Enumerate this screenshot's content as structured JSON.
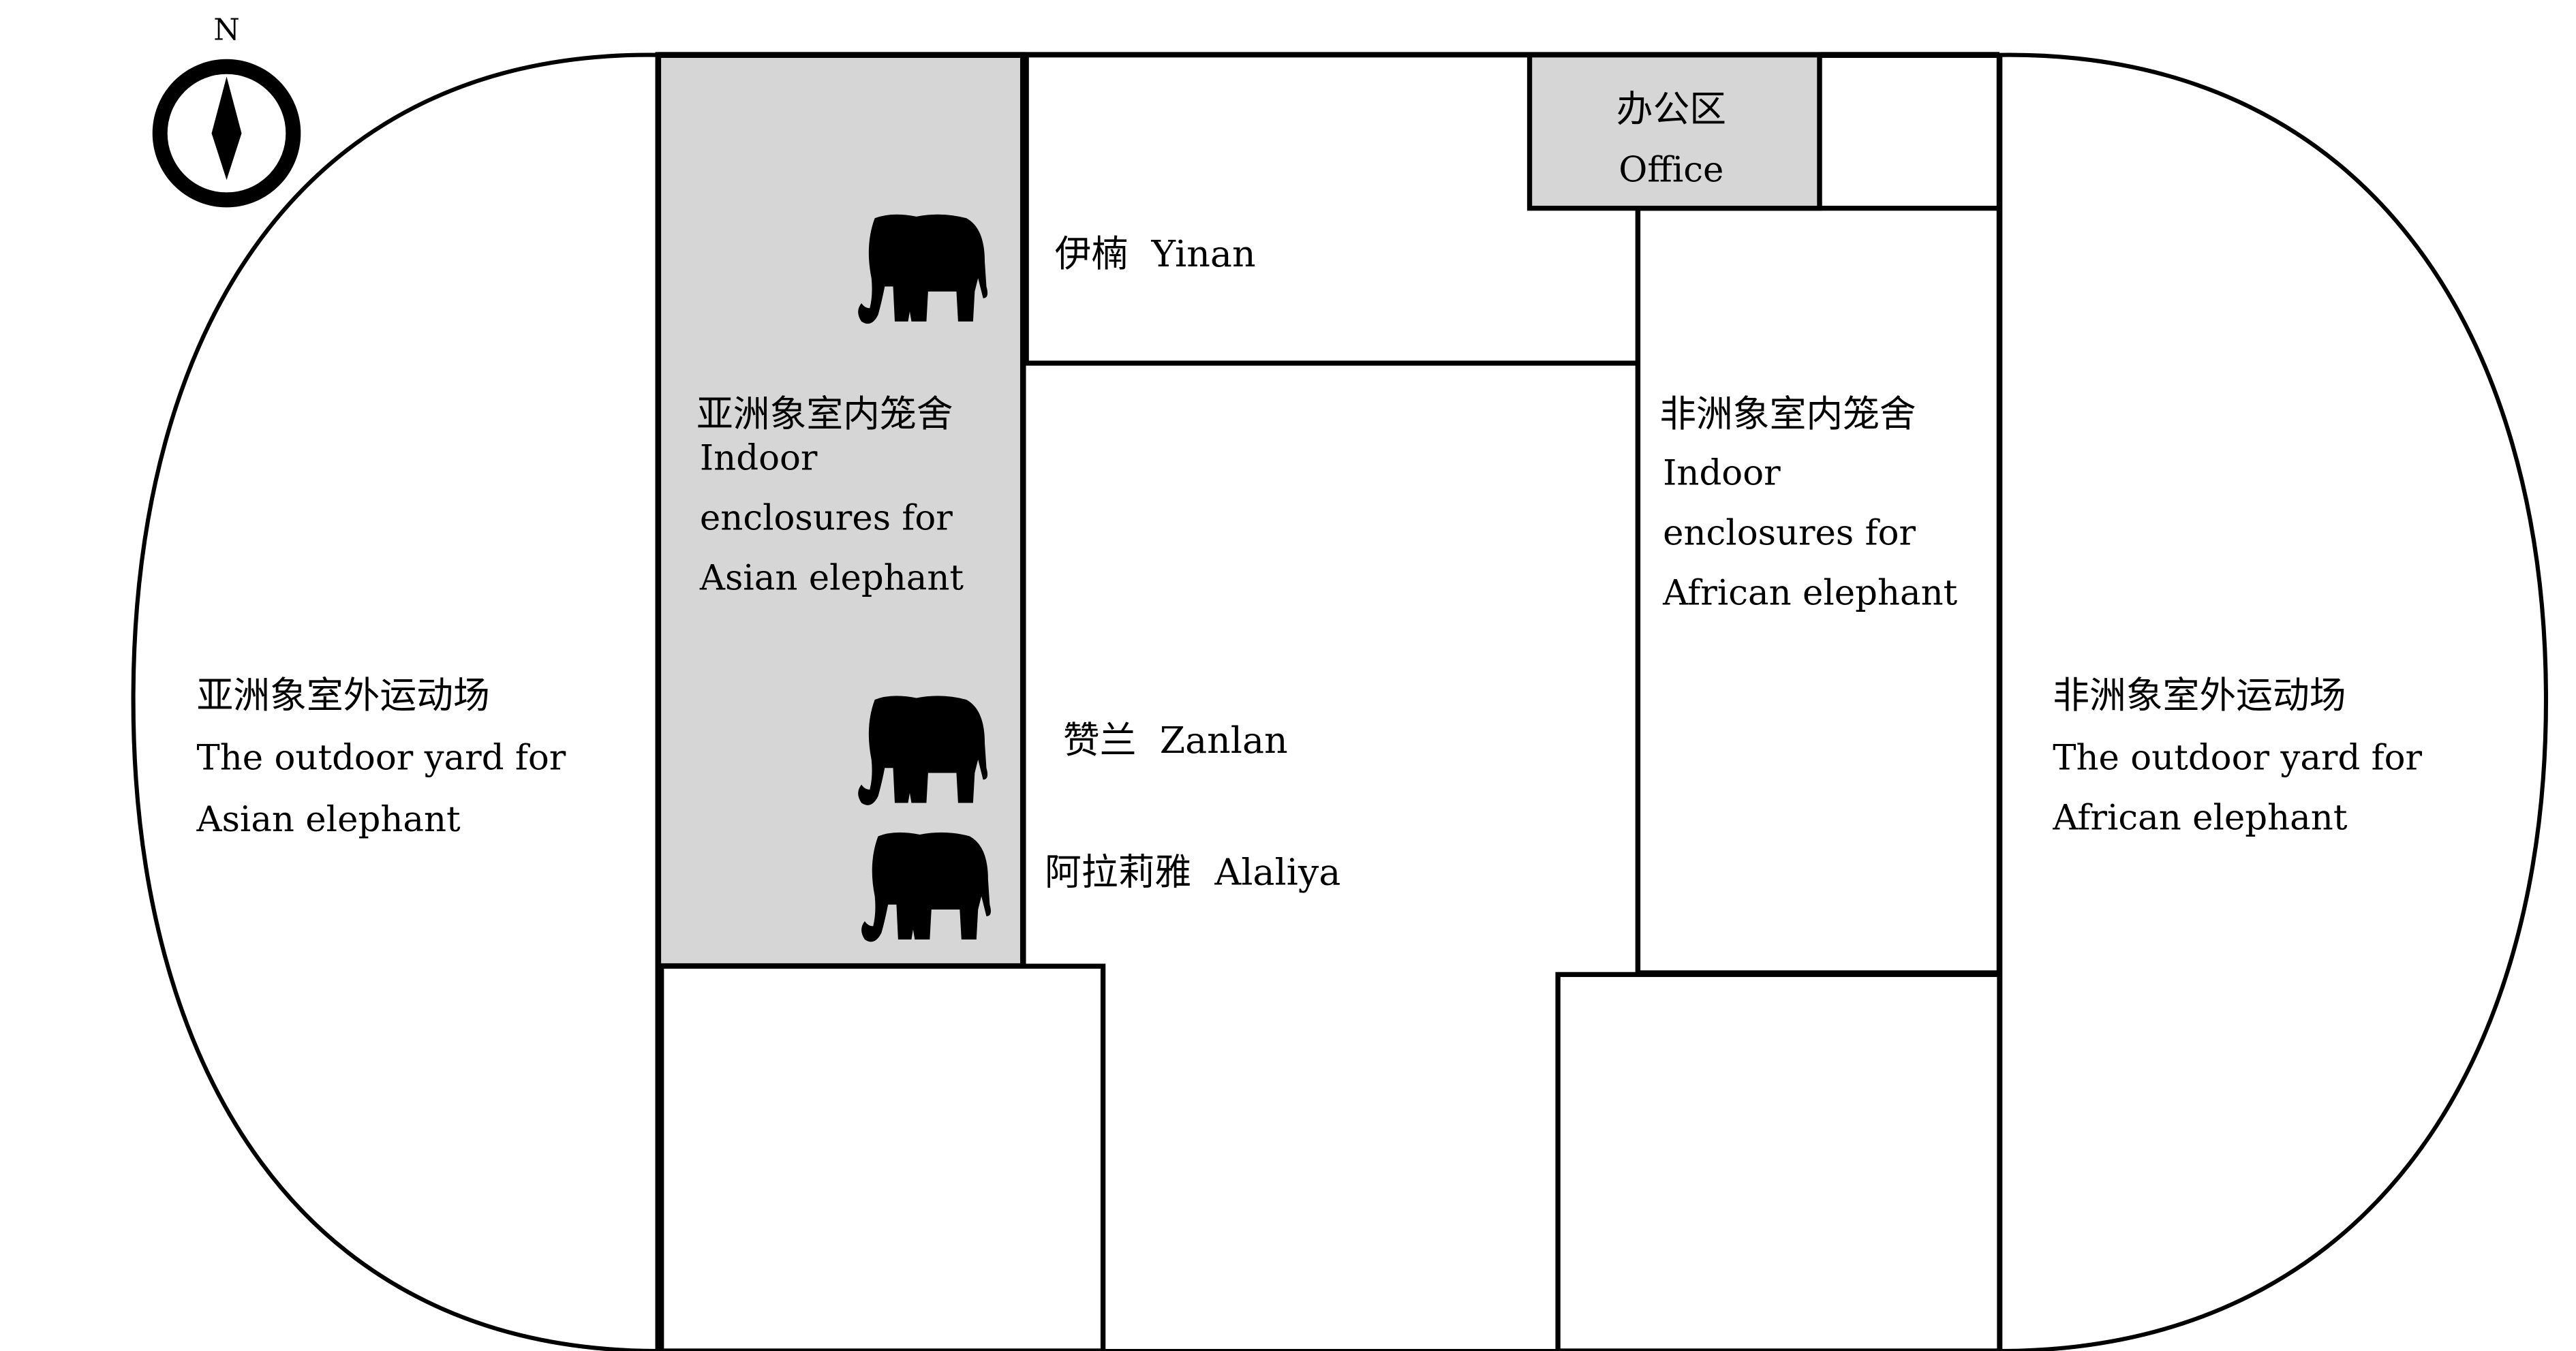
{
  "compass": {
    "north_label": "N"
  },
  "colors": {
    "indoor_fill": "#d6d6d6",
    "office_fill": "#d6d6d6",
    "line": "#000000"
  },
  "office": {
    "zh": "办公区",
    "en": "Office"
  },
  "asian_indoor": {
    "zh": "亚洲象室内笼舍",
    "en_lines": [
      "Indoor",
      "enclosures for",
      "Asian elephant"
    ]
  },
  "african_indoor": {
    "zh": "非洲象室内笼舍",
    "en_lines": [
      "Indoor",
      "enclosures for",
      "African elephant"
    ]
  },
  "asian_outdoor": {
    "zh": "亚洲象室外运动场",
    "en_lines": [
      "The outdoor yard for",
      "Asian elephant"
    ]
  },
  "african_outdoor": {
    "zh": "非洲象室外运动场",
    "en_lines": [
      "The outdoor yard for",
      "African elephant"
    ]
  },
  "elephants": [
    {
      "zh": "伊楠",
      "en": "Yinan"
    },
    {
      "zh": "赞兰",
      "en": "Zanlan"
    },
    {
      "zh": "阿拉莉雅",
      "en": "Alaliya"
    }
  ]
}
